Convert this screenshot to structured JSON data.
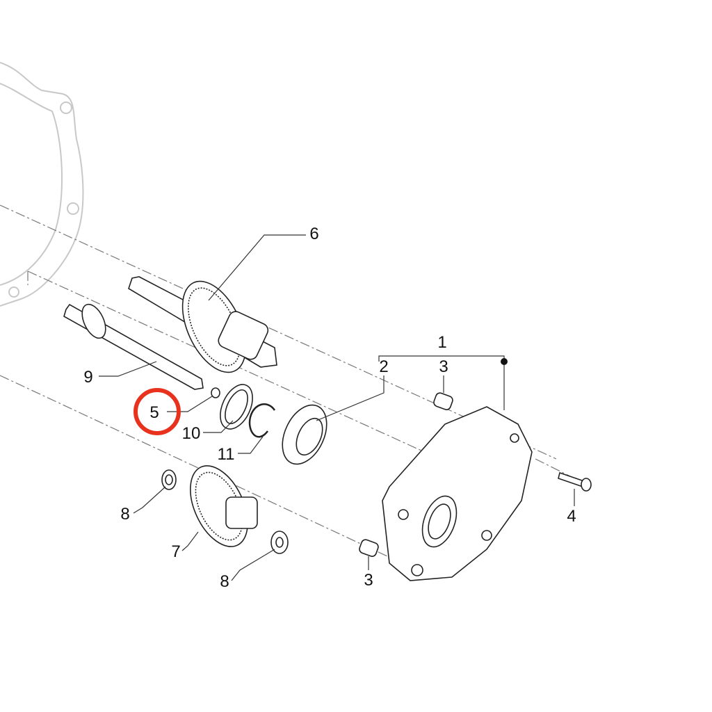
{
  "diagram": {
    "labels": {
      "p1": "1",
      "p2": "2",
      "p3a": "3",
      "p3b": "3",
      "p4": "4",
      "p5": "5",
      "p6": "6",
      "p7": "7",
      "p8a": "8",
      "p8b": "8",
      "p9": "9",
      "p10": "10",
      "p11": "11"
    },
    "highlight": {
      "part": "5",
      "color": "#e8321e"
    },
    "colors": {
      "line": "#222222",
      "ghost": "#c8c8c8",
      "axis": "#777777"
    }
  }
}
